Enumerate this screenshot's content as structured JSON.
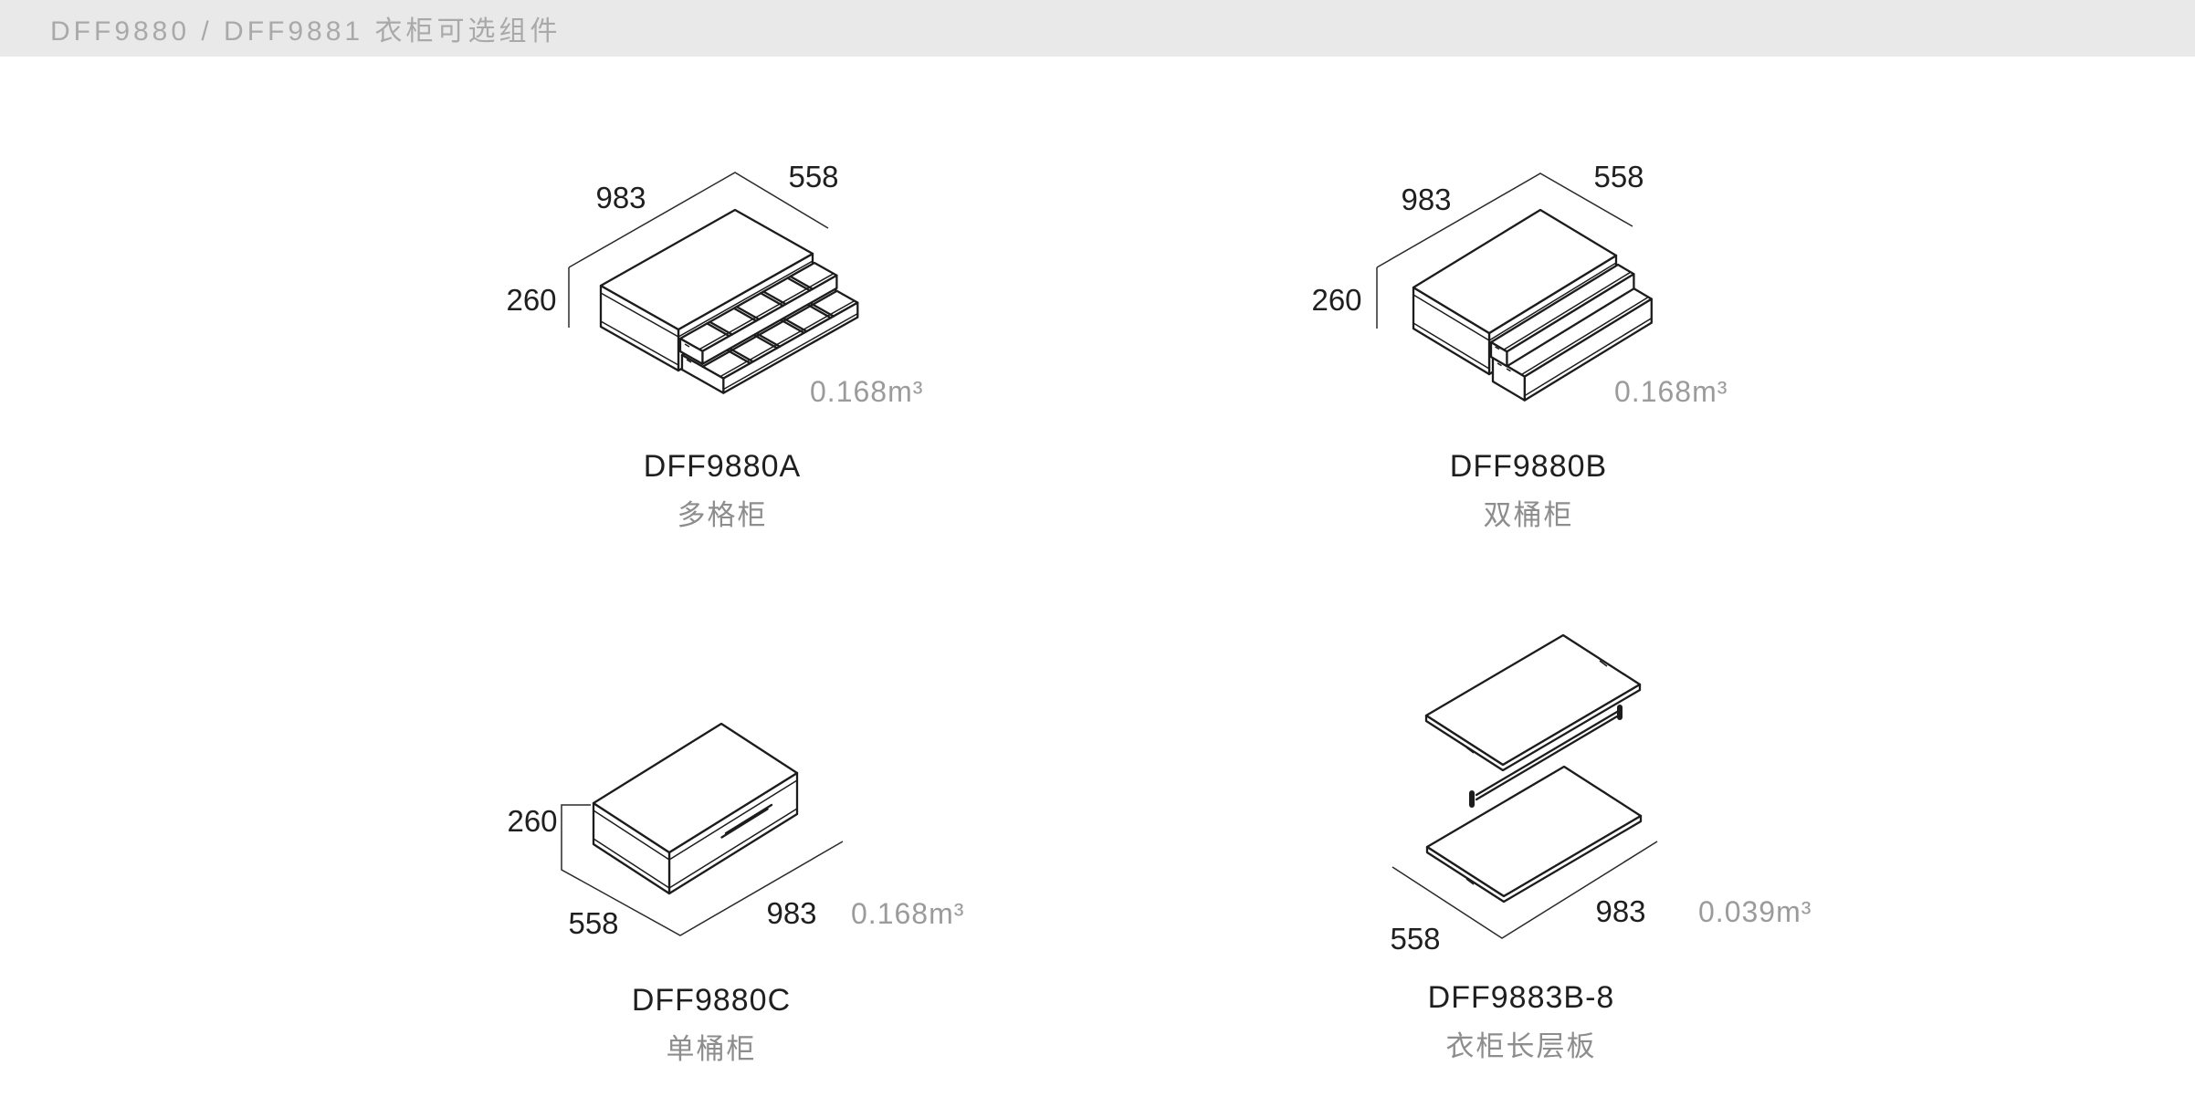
{
  "header": {
    "title": "DFF9880 / DFF9881 衣柜可选组件"
  },
  "items": [
    {
      "code": "DFF9880A",
      "name": "多格柜",
      "volume": "0.168m³",
      "dims": {
        "width": "983",
        "depth": "558",
        "height": "260"
      }
    },
    {
      "code": "DFF9880B",
      "name": "双桶柜",
      "volume": "0.168m³",
      "dims": {
        "width": "983",
        "depth": "558",
        "height": "260"
      }
    },
    {
      "code": "DFF9880C",
      "name": "单桶柜",
      "volume": "0.168m³",
      "dims": {
        "width": "983",
        "depth": "558",
        "height": "260"
      }
    },
    {
      "code": "DFF9883B-8",
      "name": "衣柜长层板",
      "volume": "0.039m³",
      "dims": {
        "width": "983",
        "depth": "558"
      }
    }
  ],
  "colors": {
    "background": "#ffffff",
    "header_bg": "#e9e9e9",
    "header_text": "#a9a9a9",
    "line": "#1c1c1c",
    "text_primary": "#1f1f1f",
    "text_muted": "#9b9b9b"
  }
}
